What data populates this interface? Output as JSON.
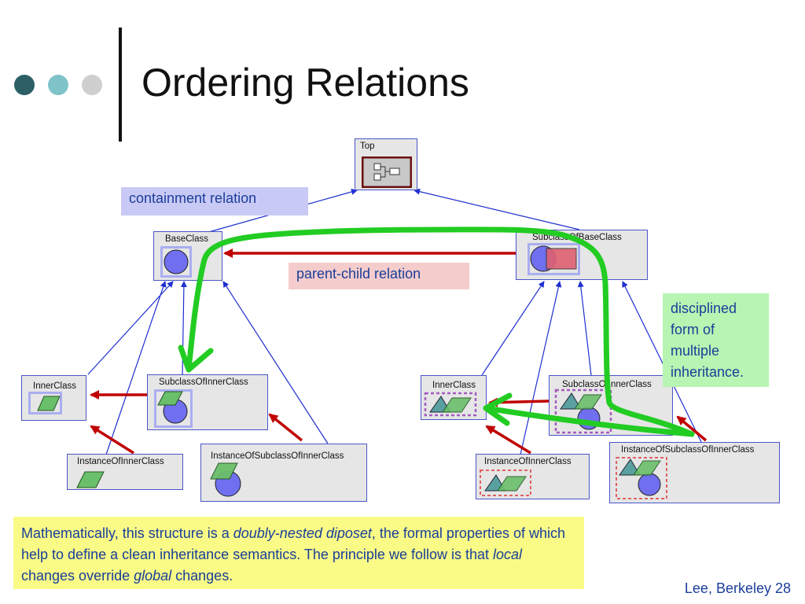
{
  "slide": {
    "title": "Ordering Relations",
    "footer": "Lee, Berkeley 28"
  },
  "colors": {
    "dot_dark": "#2c5f66",
    "dot_mid": "#7fc3c9",
    "dot_light": "#cfcfcf",
    "containment_bg": "#c9c9f5",
    "parent_child_bg": "#f4cccc",
    "discipline_bg": "#b6f5b2",
    "note_bg": "#f9fb86",
    "text_blue": "#1a3e9a",
    "red_arrow": "#c00000",
    "blue_line": "#1f2fd0",
    "green_stroke": "#22cc22"
  },
  "labels": {
    "containment": "containment relation",
    "parent_child": "parent-child relation",
    "discipline": [
      "disciplined",
      "form of",
      "multiple",
      "inheritance."
    ]
  },
  "note": {
    "t1": "Mathematically, this structure is a ",
    "em1": "doubly-nested diposet",
    "t2": ", the formal properties of which help to define a clean inheritance semantics. The principle we follow is that ",
    "em2": "local",
    "t3": " changes override ",
    "em3": "global",
    "t4": " changes."
  },
  "nodes": {
    "top": "Top",
    "base_class": "BaseClass",
    "subclass_of_base_class": "SubclassOfBaseClass",
    "inner_class_left": "InnerClass",
    "subclass_of_inner_class_left": "SubclassOfInnerClass",
    "instance_of_inner_class_left": "InstanceOfInnerClass",
    "instance_of_subclass_of_inner_class_left": "InstanceOfSubclassOfInnerClass",
    "inner_class_right": "InnerClass",
    "subclass_of_inner_class_right": "SubclassOfInnerClass",
    "instance_of_inner_class_right": "InstanceOfInnerClass",
    "instance_of_subclass_of_inner_class_right": "InstanceOfSubclassOfInnerClass"
  }
}
